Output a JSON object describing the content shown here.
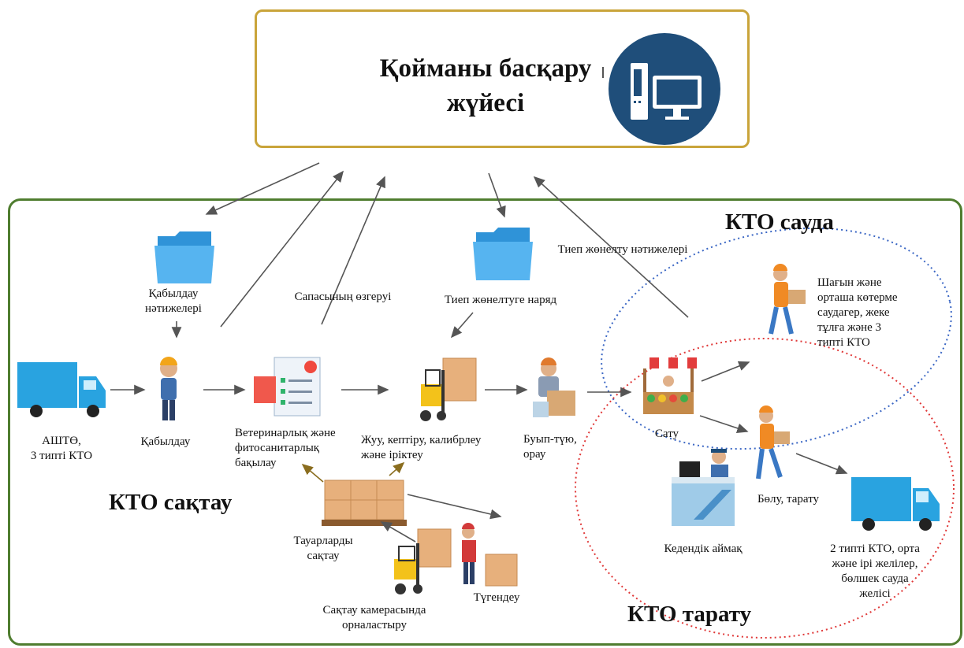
{
  "wms": {
    "title_line1": "Қойманы басқару",
    "title_line2": "жүйесі",
    "icon": "computer-monitor-icon"
  },
  "zones": {
    "storage": "КТО сақтау",
    "trade": "КТО сауда",
    "distribution": "КТО тарату"
  },
  "labels": {
    "supplier": [
      "АШТӨ,",
      "3 типті КТО"
    ],
    "receiving": "Қабылдау",
    "receiving_results": [
      "Қабылдау",
      "нәтижелері"
    ],
    "quality_change": "Сапасының өзгеруі",
    "vet_control": [
      "Ветеринарлық және",
      "фитосанитарлық",
      "бақылау"
    ],
    "washing": [
      "Жуу, кептіру, калибрлеу",
      "және іріктеу"
    ],
    "shipment_order": "Тиеп жөнелтуге наряд",
    "packaging": [
      "Буып-түю,",
      "орау"
    ],
    "shipment_results": "Тиеп жөнелту нәтижелері",
    "sale": "Сату",
    "wholesale": [
      "Шағын және",
      "орташа көтерме",
      "саудагер, жеке",
      "тұлға және 3",
      "типті КТО"
    ],
    "distribution": "Бөлу, тарату",
    "customs": "Кедендік аймақ",
    "retail": [
      "2 типті КТО, орта",
      "және ірі желілер,",
      "бөлшек сауда",
      "желісі"
    ],
    "goods_storage": [
      "Тауарларды",
      "сақтау"
    ],
    "placement": [
      "Сақтау камерасында",
      "орналастыру"
    ],
    "inventory": "Түгендеу"
  },
  "colors": {
    "wms_border": "#c9a43a",
    "wms_circle": "#1f4e7a",
    "frame": "#4f7d2f",
    "trade_zone": "#3a66c4",
    "distribution_zone": "#e03838",
    "arrow": "#555555",
    "feedback_arrow": "#8a6d1f"
  },
  "icons": [
    "truck-icon",
    "folder-icon",
    "worker-icon",
    "checklist-icon",
    "forklift-icon",
    "packer-icon",
    "market-stall-icon",
    "courier-icon",
    "customs-officer-icon",
    "boxes-pallet-icon"
  ]
}
